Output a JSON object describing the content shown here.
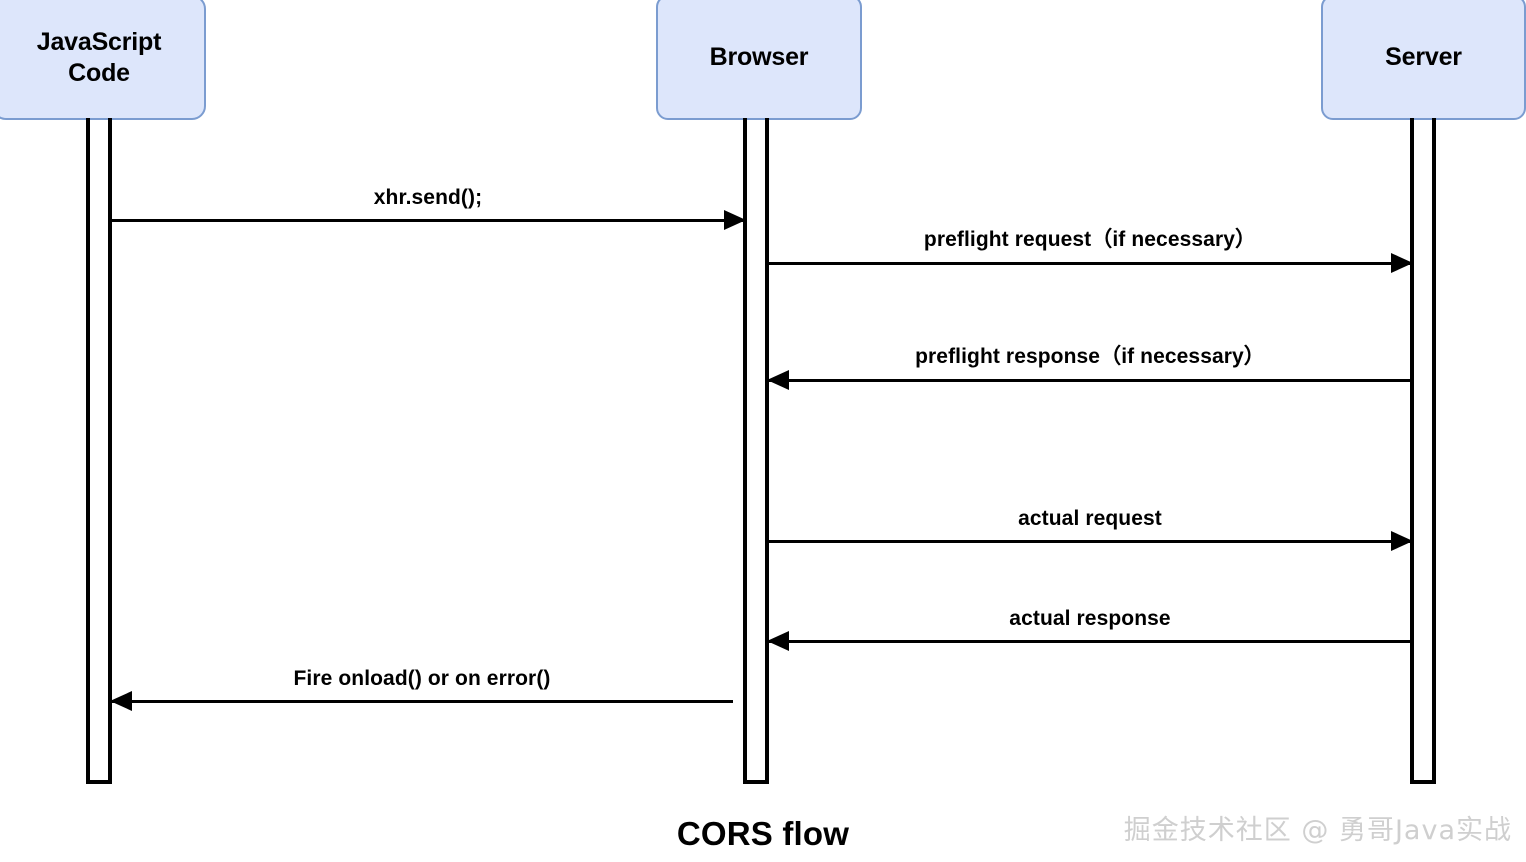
{
  "diagram": {
    "title": "CORS flow",
    "watermark": "掘金技术社区 @ 勇哥Java实战",
    "colors": {
      "participant_fill": "#dde6fb",
      "participant_border": "#7b9cd0",
      "line": "#000000",
      "watermark": "#cfcfcf",
      "background": "#ffffff"
    },
    "participants": [
      {
        "id": "js",
        "label_line1": "JavaScript",
        "label_line2": "Code"
      },
      {
        "id": "browser",
        "label_line1": "Browser",
        "label_line2": ""
      },
      {
        "id": "server",
        "label_line1": "Server",
        "label_line2": ""
      }
    ],
    "messages": [
      {
        "id": "xhr-send",
        "label": "xhr.send();",
        "from": "js",
        "to": "browser",
        "direction": "right"
      },
      {
        "id": "preflight-request",
        "label": "preflight request（if necessary）",
        "from": "browser",
        "to": "server",
        "direction": "right"
      },
      {
        "id": "preflight-response",
        "label": "preflight  response（if necessary）",
        "from": "server",
        "to": "browser",
        "direction": "left"
      },
      {
        "id": "actual-request",
        "label": "actual request",
        "from": "browser",
        "to": "server",
        "direction": "right"
      },
      {
        "id": "actual-response",
        "label": "actual response",
        "from": "server",
        "to": "browser",
        "direction": "left"
      },
      {
        "id": "fire-onload",
        "label": "Fire onload() or on error()",
        "from": "browser",
        "to": "js",
        "direction": "left"
      }
    ]
  }
}
